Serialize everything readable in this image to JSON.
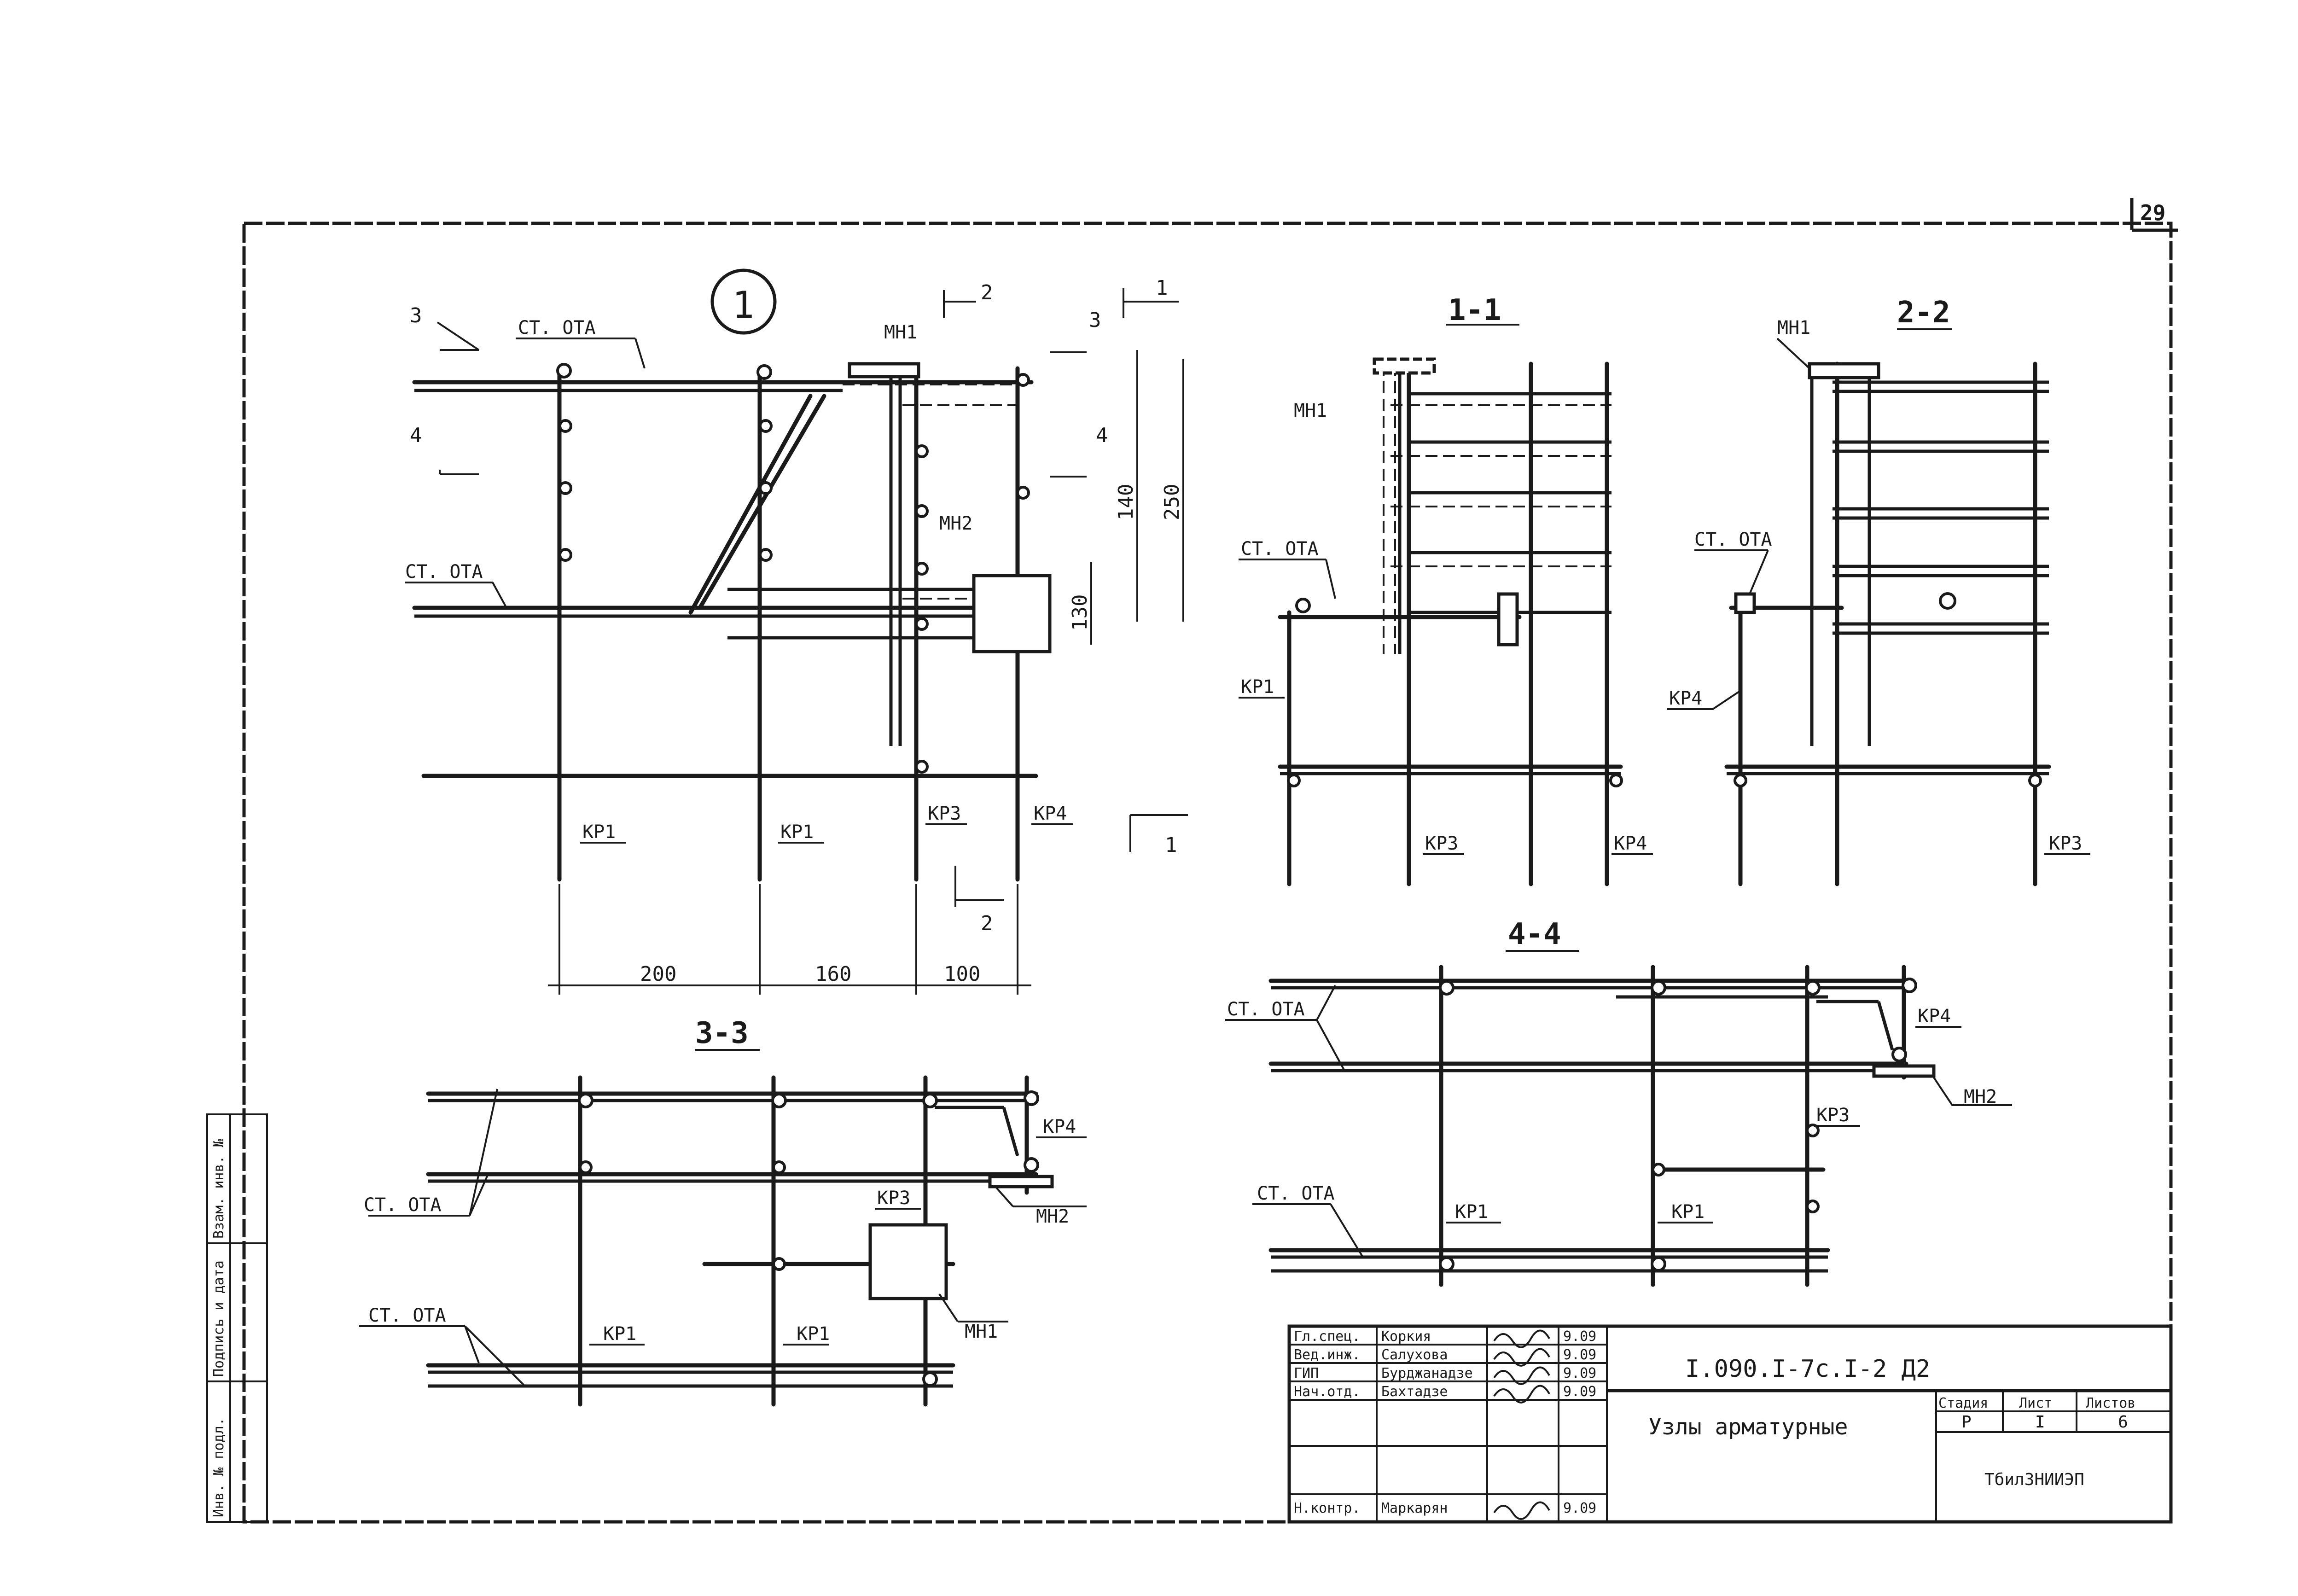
{
  "sheet_number": "29",
  "detail_marker": "1",
  "labels": {
    "st_ota": "СТ. ОТА",
    "kr1": "КР1",
    "kr3": "КР3",
    "kr4": "КР4",
    "mn1": "МН1",
    "mn2": "МН2"
  },
  "section_marks": {
    "s1": "1",
    "s2": "2",
    "s3": "3",
    "s4": "4"
  },
  "sections": {
    "s11": "1-1",
    "s22": "2-2",
    "s33": "3-3",
    "s44": "4-4"
  },
  "dimensions": {
    "d200": "200",
    "d160": "160",
    "d100": "100",
    "d140": "140",
    "d250": "250",
    "d130": "130"
  },
  "side_stamp": [
    "Инв. № подл.",
    "Подпись и дата",
    "Взам. инв. №"
  ],
  "title_block": {
    "code": "I.090.I-7с.I-2 Д2",
    "title": "Узлы арматурные",
    "org": "ТбилЗНИИЭП",
    "stage_header": "Стадия",
    "sheet_header": "Лист",
    "sheets_header": "Листов",
    "stage": "Р",
    "sheet": "I",
    "sheets": "6",
    "rows": [
      {
        "role": "Гл.спец.",
        "name": "Коркия",
        "date": "9.09"
      },
      {
        "role": "Вед.инж.",
        "name": "Салухова",
        "date": "9.09"
      },
      {
        "role": "ГИП",
        "name": "Бурджанадзе",
        "date": "9.09"
      },
      {
        "role": "Нач.отд.",
        "name": "Бахтадзе",
        "date": "9.09"
      },
      {
        "role": "Н.контр.",
        "name": "Маркарян",
        "date": "9.09"
      }
    ]
  }
}
